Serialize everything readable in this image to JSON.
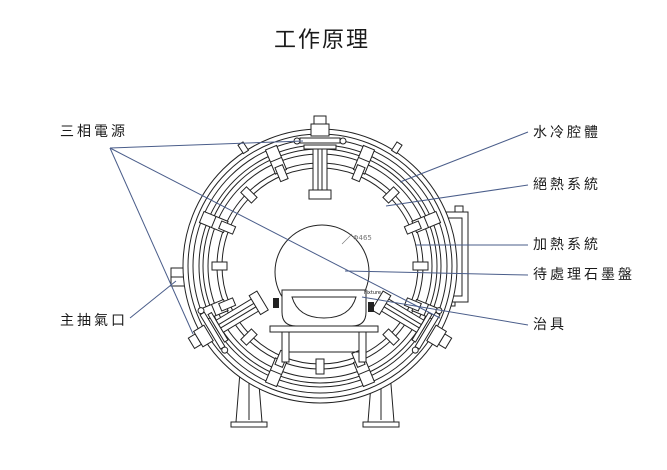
{
  "title": "工作原理",
  "labels": {
    "power": "三相電源",
    "vacuum_port": "主抽氣口",
    "water_chamber": "水冷腔體",
    "insulation": "絕熱系統",
    "heating": "加熱系統",
    "graphite_disc": "待處理石墨盤",
    "fixture": "治具"
  },
  "drawing": {
    "disc_dimension": "Φ465",
    "fixture_tag": "Fixture"
  },
  "colors": {
    "text": "#1a1a1a",
    "leader": "#4a5d8a",
    "drawing": "#222222",
    "dimension": "#777777"
  }
}
